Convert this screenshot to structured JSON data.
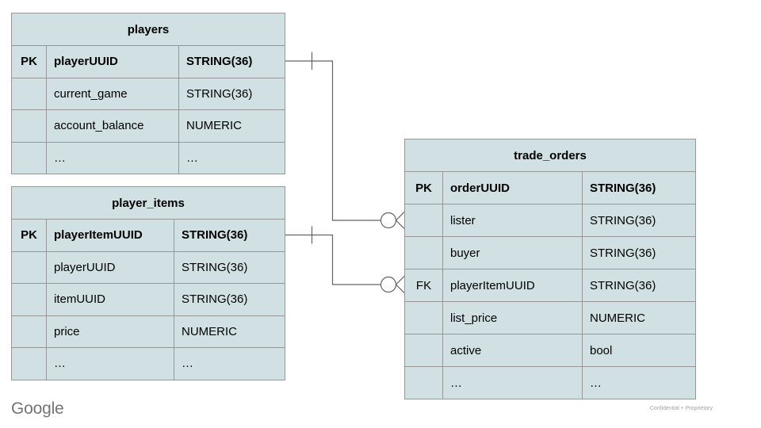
{
  "footer": {
    "brand": "Google",
    "note": "Confidential + Proprietary"
  },
  "colors": {
    "background": "#ffffff",
    "table_fill": "#d0e0e3",
    "table_border": "#979797",
    "connector": "#636363",
    "text": "#000000",
    "brand_gray": "#747474",
    "note_gray": "#a3a3a3"
  },
  "tables": [
    {
      "id": "players",
      "title": "players",
      "rows": [
        {
          "key": "PK",
          "name": "playerUUID",
          "type": "STRING(36)",
          "bold": true
        },
        {
          "key": "",
          "name": "current_game",
          "type": "STRING(36)",
          "bold": false
        },
        {
          "key": "",
          "name": "account_balance",
          "type": "NUMERIC",
          "bold": false
        },
        {
          "key": "",
          "name": "…",
          "type": "…",
          "bold": false
        }
      ]
    },
    {
      "id": "player_items",
      "title": "player_items",
      "rows": [
        {
          "key": "PK",
          "name": "playerItemUUID",
          "type": "STRING(36)",
          "bold": true
        },
        {
          "key": "",
          "name": "playerUUID",
          "type": "STRING(36)",
          "bold": false
        },
        {
          "key": "",
          "name": "itemUUID",
          "type": "STRING(36)",
          "bold": false
        },
        {
          "key": "",
          "name": "price",
          "type": "NUMERIC",
          "bold": false
        },
        {
          "key": "",
          "name": "…",
          "type": "…",
          "bold": false
        }
      ]
    },
    {
      "id": "trade_orders",
      "title": "trade_orders",
      "rows": [
        {
          "key": "PK",
          "name": "orderUUID",
          "type": "STRING(36)",
          "bold": true
        },
        {
          "key": "",
          "name": "lister",
          "type": "STRING(36)",
          "bold": false
        },
        {
          "key": "",
          "name": "buyer",
          "type": "STRING(36)",
          "bold": false
        },
        {
          "key": "FK",
          "name": "playerItemUUID",
          "type": "STRING(36)",
          "bold": false
        },
        {
          "key": "",
          "name": "list_price",
          "type": "NUMERIC",
          "bold": false
        },
        {
          "key": "",
          "name": "active",
          "type": "bool",
          "bold": false
        },
        {
          "key": "",
          "name": "…",
          "type": "…",
          "bold": false
        }
      ]
    }
  ],
  "relationships": [
    {
      "from": "players.playerUUID",
      "to": "trade_orders.lister",
      "from_cardinality": "one",
      "to_cardinality": "zero-or-many"
    },
    {
      "from": "player_items.playerItemUUID",
      "to": "trade_orders.playerItemUUID",
      "from_cardinality": "one",
      "to_cardinality": "zero-or-many"
    }
  ]
}
